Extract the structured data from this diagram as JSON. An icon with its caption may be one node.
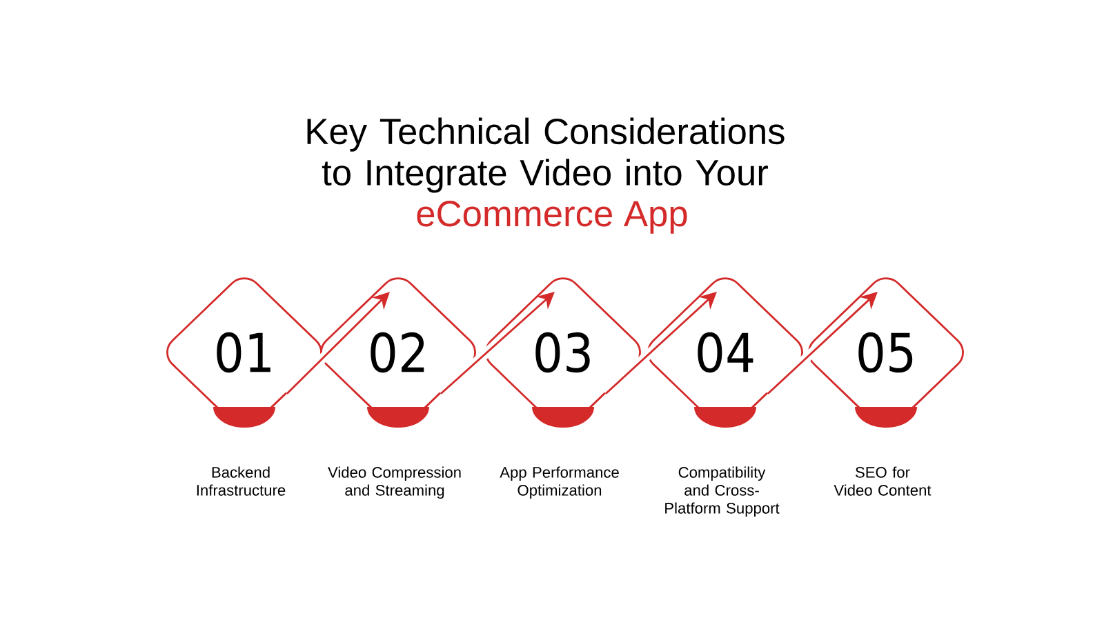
{
  "diagram": {
    "title": "Key Technical Considerations to Integrate Video into Your",
    "nodes": [
      {
        "text": [
          "01"
        ],
        "beside": [
          "Backend Infrastructure"
        ]
      },
      {
        "text": [
          "02"
        ],
        "beside": [
          "Video Compression and Streaming"
        ]
      },
      {
        "text": [
          "03"
        ],
        "beside": [
          "App Performance Optimization"
        ]
      },
      {
        "text": [
          "04"
        ],
        "beside": [
          "Compatibility and Cross-Platform Support"
        ]
      },
      {
        "text": [
          "05"
        ],
        "beside": [
          "SEO for Video Content"
        ]
      }
    ],
    "edges": [
      {
        "from": 0,
        "to": 1,
        "arrow": "to"
      },
      {
        "from": 1,
        "to": 2,
        "arrow": "to"
      },
      {
        "from": 2,
        "to": 3,
        "arrow": "to"
      },
      {
        "from": 3,
        "to": 4,
        "arrow": "to"
      }
    ],
    "labels": [
      "eCommerce App"
    ]
  }
}
